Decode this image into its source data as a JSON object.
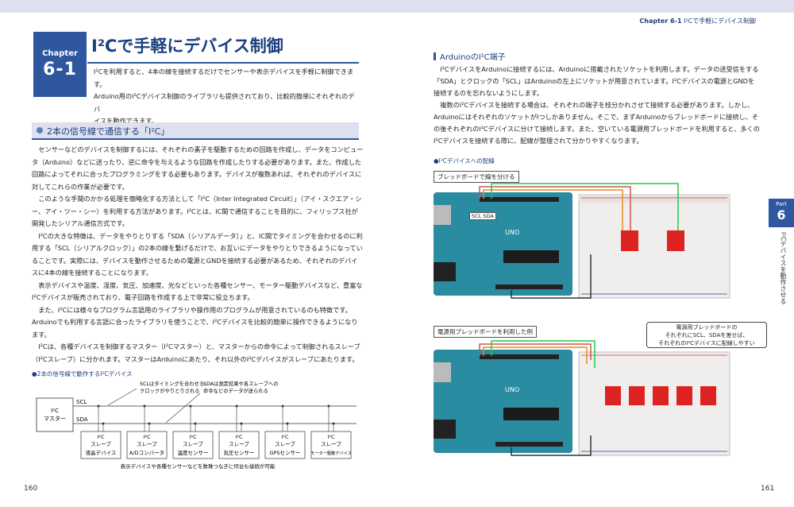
{
  "header": {
    "chapter_label": "Chapter 6-1",
    "chapter_title": "I²Cで手軽にデバイス制御"
  },
  "left": {
    "chapter_box": {
      "word": "Chapter",
      "number": "6-1"
    },
    "title": "I²Cで手軽にデバイス制御",
    "intro": [
      "I²Cを利用すると、4本の線を接続するだけでセンサーや表示デバイスを手軽に制御できます。",
      "Arduino用のI²Cデバイス制御のライブラリも提供されており、比較的簡単にそれぞれのデバ",
      "イスを動作できます。"
    ],
    "section_title": "2本の信号線で通信する「I²C」",
    "paragraphs": [
      "センサーなどのデバイスを制御するには、それぞれの素子を駆動するための回路を作成し、データをコンピュータ（Arduino）などに送ったり、逆に命令を与えるような回路を作成したりする必要があります。また、作成した回路によってそれに合ったプログラミングをする必要もあります。デバイスが複数あれば、それぞれのデバイスに対してこれらの作業が必要です。",
      "このような手間のかかる処理を簡略化する方法として「I²C（Inter Integrated Circuit）」（アイ・スクエア・シー、アイ・ツー・シー）を利用する方法があります。I²Cとは、IC間で通信することを目的に、フィリップス社が開発したシリアル通信方式です。",
      "I²Cの大きな特徴は、データをやりとりする「SDA（シリアルデータ）」と、IC間でタイミングを合わせるのに利用する「SCL（シリアルクロック）」の2本の線を繋げるだけで、お互いにデータをやりとりできるようになっていることです。実際には、デバイスを動作させるための電源とGNDを接続する必要があるため、それぞれのデバイスに4本の線を接続することになります。",
      "表示デバイスや温度、湿度、気圧、加速度、光などといった各種センサー、モーター駆動デバイスなど、豊富なI²Cデバイスが販売されており、電子回路を作成する上で非常に役立ちます。",
      "また、I²Cには様々なプログラム言語用のライブラリや操作用のプログラムが用意されているのも特徴です。Arduinoでも利用する言語に合ったライブラリを使うことで、I²Cデバイスを比較的簡単に操作できるようになります。",
      "I²Cは、各種デバイスを制御するマスター（I²Cマスター）と、マスターからの命令によって制御されるスレーブ（I²Cスレーブ）に分かれます。マスターはArduinoにあたり、それ以外のI²Cデバイスがスレーブにあたります。"
    ],
    "diagram": {
      "caption": "●2本の信号線で動作するI²Cデバイス",
      "master": "I²C\nマスター",
      "scl": "SCL",
      "sda": "SDA",
      "note_scl": "SCLはタイミングを合わせる、\nクロックがやりとりされる",
      "note_sda": "SDAは測定結果や各スレーブへの\n命令などのデータが送られる",
      "slave_line1": "I²C",
      "slave_line2": "スレーブ",
      "slaves": [
        "液晶デバイス",
        "A/Dコンバータ",
        "温度センサー",
        "気圧センサー",
        "GPSセンサー",
        "モーター駆動デバイス"
      ],
      "footnote": "表示デバイスや各種センサーなどを数珠つなぎに何台も接続が可能"
    },
    "page_number": "160"
  },
  "right": {
    "subhead": "ArduinoのI²C端子",
    "paragraphs": [
      "I²CデバイスをArduinoに接続するには、Arduinoに搭載されたソケットを利用します。データの送受信をする「SDA」とクロックの「SCL」はArduinoの左上にソケットが用意されています。I²Cデバイスの電源とGNDを接続するのを忘れないようにします。",
      "複数のI²Cデバイスを接続する場合は、それぞれの端子を枝分かれさせて接続する必要があります。しかし、ArduinoにはそれぞれのソケットがIつしかありません。そこで、まずArduinoからブレッドボードに接続し、その後それぞれのI²Cデバイスに分けて接続します。また、空いている電源用ブレッドボードを利用すると、多くのI²Cデバイスを接続する際に、配線が整理されて分かりやすくなります。"
    ],
    "figure_caption": "●I²Cデバイスへの配線",
    "label_top": "ブレッドボードで線を分ける",
    "label_scl_sda": "SCL SDA",
    "label_bottom": "電源用ブレッドボードを利用した例",
    "callout": "電源用ブレッドボードの\nそれぞれにSCL、SDAを差せば、\nそれぞれのI²Cデバイスに配線しやすい",
    "page_number": "161",
    "side_tab": {
      "part": "Part",
      "number": "6",
      "vertical": "I²Cデバイスを動作させる"
    }
  },
  "colors": {
    "accent": "#2e57a0",
    "band": "#dde0ef",
    "board": "#2a8ca0"
  }
}
